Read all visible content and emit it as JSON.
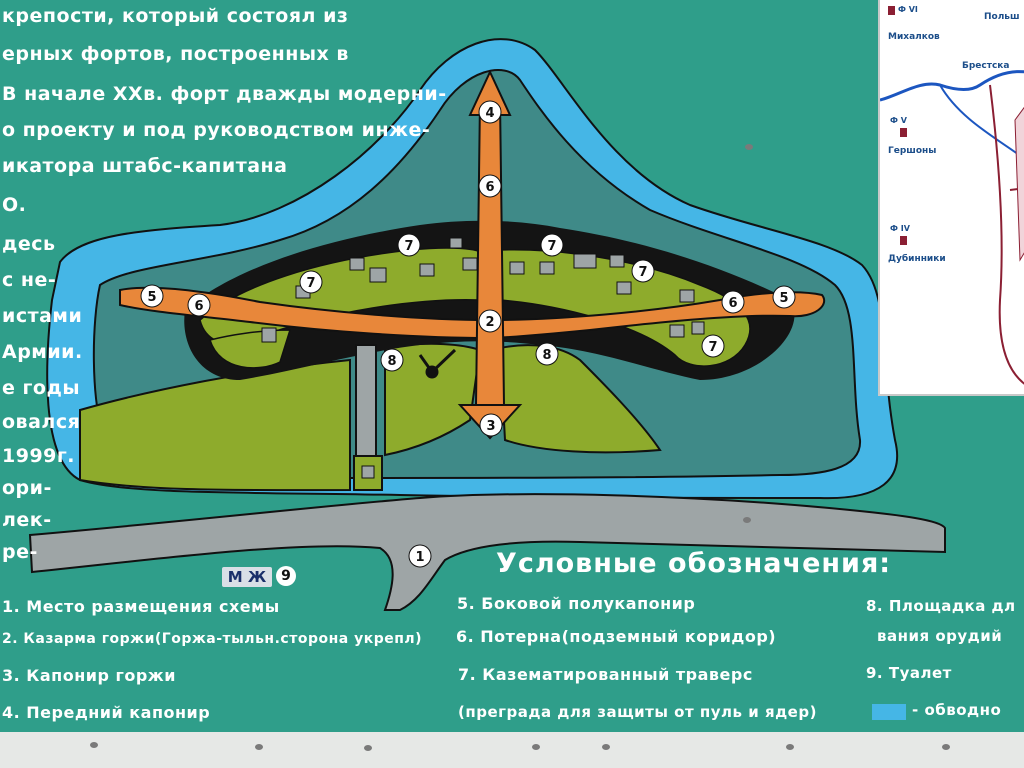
{
  "intro_text": [
    "крепости, который состоял из",
    "ерных фортов, построенных в",
    "В начале XXв. форт дважды модерни-",
    "о проекту и под руководством инже-",
    "икатора штабс-капитана",
    "О.",
    "десь",
    "с не-",
    "истами",
    "Армии.",
    "е годы",
    "овался",
    "1999г.",
    "ори-",
    "лек-",
    "ре-"
  ],
  "map_numbers": {
    "n1": "1",
    "n2": "2",
    "n3": "3",
    "n4": "4",
    "n5": "5",
    "n6": "6",
    "n7": "7",
    "n8": "8"
  },
  "wc_label": "М Ж",
  "wc_number": "9",
  "legend": {
    "title": "Условные обозначения:",
    "items": [
      "1. Место размещения схемы",
      "2. Казарма горжи(Горжа-тыльн.сторона укрепл)",
      "3. Капонир горжи",
      "4. Передний капонир",
      "5. Боковой полукапонир",
      "6. Потерна(подземный коридор)",
      "7. Казематированный траверс",
      "(преграда для защиты от пуль и ядер)",
      "8. Площадка дл",
      "вания орудий",
      "9. Туалет",
      "- обводно"
    ]
  },
  "inset_map": {
    "labels": [
      "Польш",
      "Михалков",
      "Брестска",
      "Гершоны",
      "Дубинники"
    ],
    "forts": [
      "Ф VI",
      "Ф V",
      "Ф IV"
    ]
  },
  "colors": {
    "board_teal": "#2f9e8a",
    "moat_blue": "#45b6e6",
    "inner_water": "#3f8a88",
    "grass": "#8eab2c",
    "rampart_orange": "#e8873a",
    "road_gray": "#9ea5a6",
    "outline_black": "#121212"
  }
}
